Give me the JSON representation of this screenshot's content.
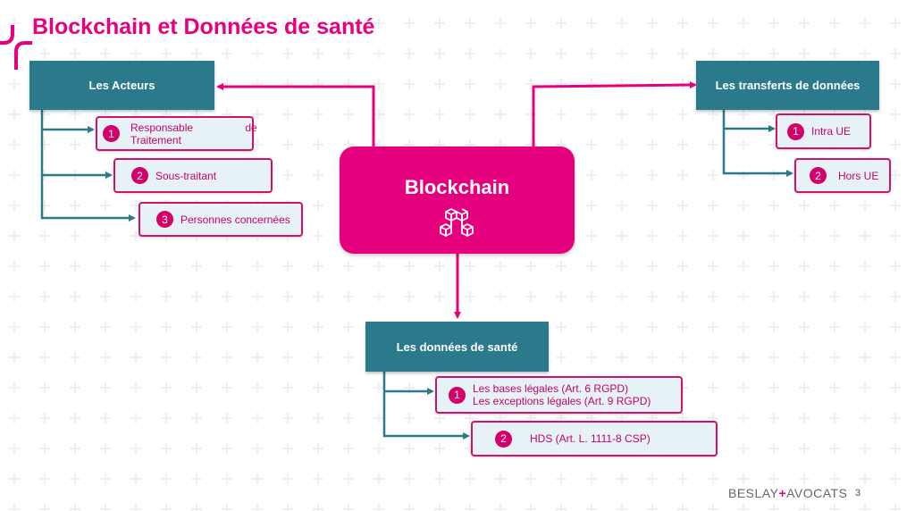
{
  "title": "Blockchain et Données de santé",
  "center": {
    "label": "Blockchain",
    "icon": "blocks-icon"
  },
  "acteurs": {
    "header": "Les Acteurs",
    "items": [
      {
        "num": "1",
        "line1": "Responsable de",
        "line2": "Traitement"
      },
      {
        "num": "2",
        "label": "Sous-traitant"
      },
      {
        "num": "3",
        "label": "Personnes concernées"
      }
    ]
  },
  "transferts": {
    "header": "Les transferts de données",
    "items": [
      {
        "num": "1",
        "label": "Intra UE"
      },
      {
        "num": "2",
        "label": "Hors UE"
      }
    ]
  },
  "donnees": {
    "header": "Les données de santé",
    "items": [
      {
        "num": "1",
        "line1": "Les bases légales (Art. 6 RGPD)",
        "line2": "Les exceptions légales (Art. 9 RGPD)"
      },
      {
        "num": "2",
        "label": "HDS (Art. L. 1111-8 CSP)"
      }
    ]
  },
  "footer": {
    "brand_left": "BESLAY",
    "brand_plus": "+",
    "brand_right": "AVOCATS",
    "page": "3"
  },
  "colors": {
    "accent": "#e5007d",
    "teal": "#2a7a8c",
    "item_bg": "#e6f2f6"
  }
}
